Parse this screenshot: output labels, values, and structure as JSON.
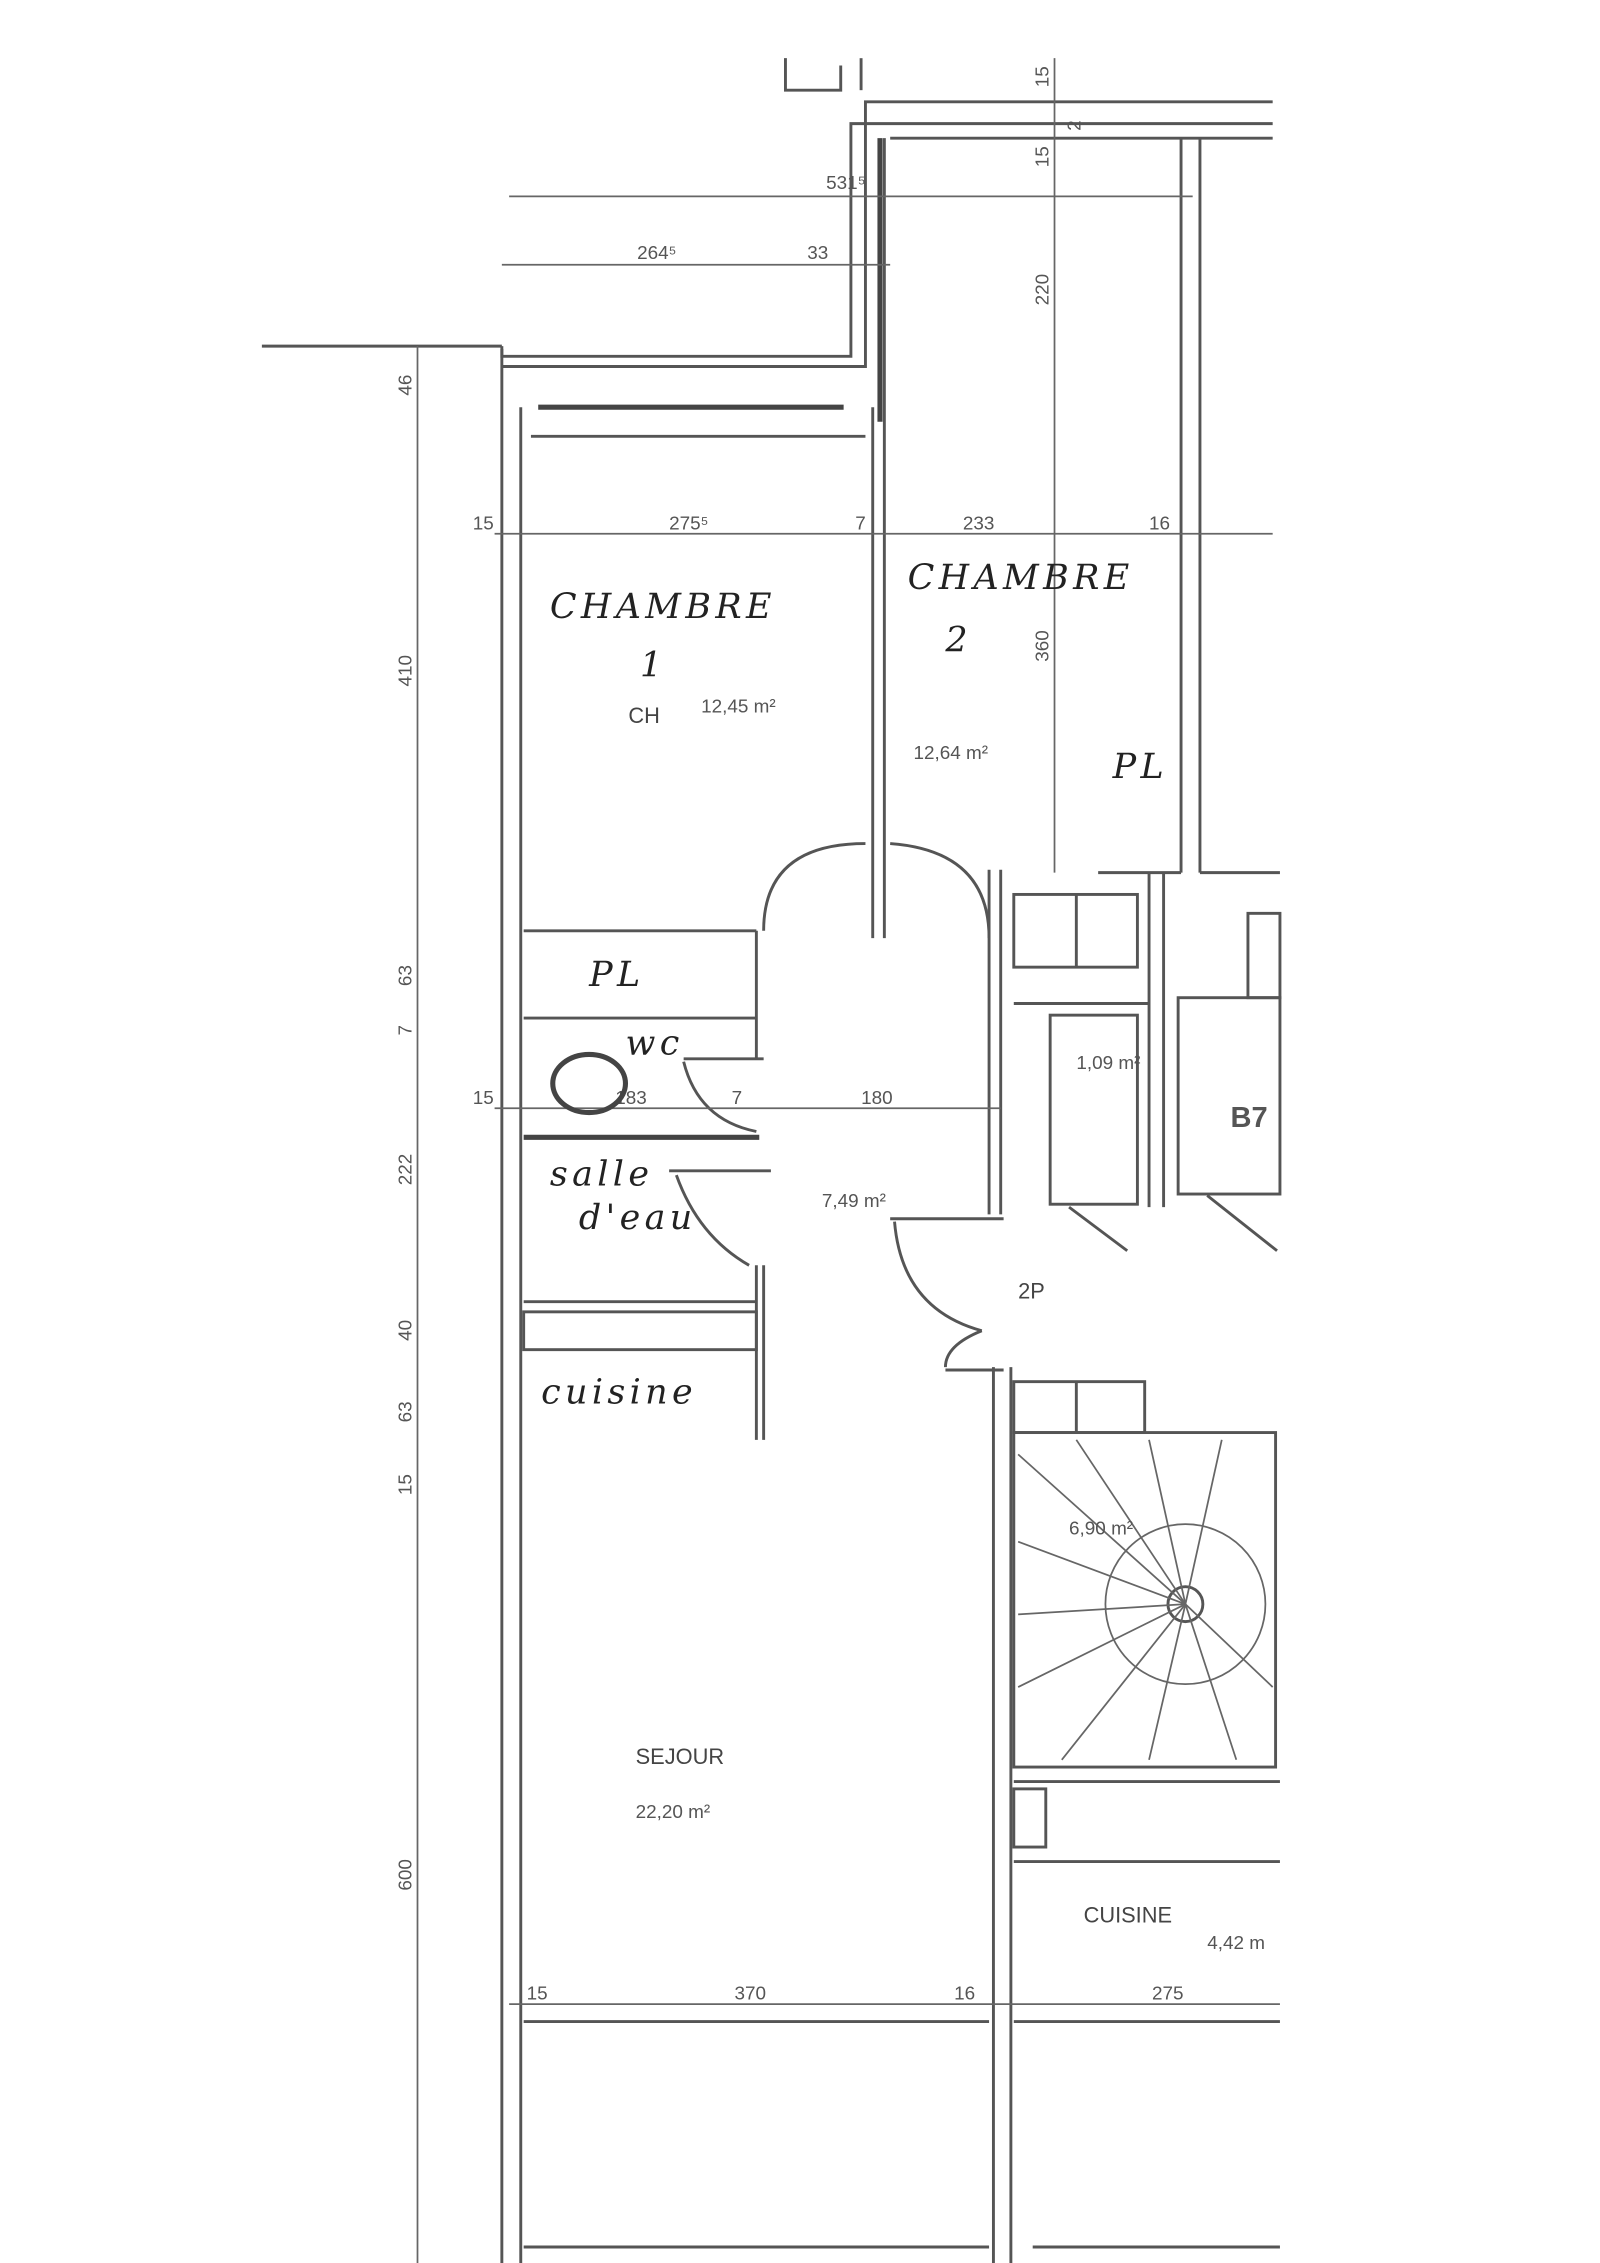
{
  "dimensions": {
    "top": {
      "d531": "531⁵",
      "d264": "264⁵",
      "d33": "33"
    },
    "vertical_right": {
      "d15a": "15",
      "d2": "2",
      "d15b": "15",
      "d220": "220",
      "d360": "360"
    },
    "left": {
      "d46": "46",
      "d410": "410",
      "d63a": "63",
      "d7": "7",
      "d222": "222",
      "d40": "40",
      "d63b": "63",
      "d15": "15",
      "d600": "600"
    },
    "row1": {
      "a": "15",
      "b": "275⁵",
      "c": "7",
      "d": "233",
      "e": "16"
    },
    "row2": {
      "a": "15",
      "b": "183",
      "c": "7",
      "d": "180"
    },
    "row3": {
      "a": "15",
      "b": "370",
      "c": "16",
      "d": "275"
    }
  },
  "rooms": {
    "chambre1": {
      "hand1": "CHAMBRE",
      "hand2": "1",
      "code": "CH",
      "area": "12,45 m²"
    },
    "chambre2": {
      "hand1": "CHAMBRE",
      "hand2": "2",
      "area": "12,64 m²"
    },
    "pl_right": "PL",
    "pl_left": "PL",
    "wc": "wc",
    "salle1": "salle",
    "salle2": "d'eau",
    "entry_area": "7,49 m²",
    "closet_area": "1,09 m²",
    "b7": "B7",
    "type": "2P",
    "cuisine_hand": "cuisine",
    "stairs_area": "6,90 m²",
    "sejour": "SEJOUR",
    "sejour_area": "22,20 m²",
    "cuisine": "CUISINE",
    "cuisine_area": "4,42 m"
  }
}
